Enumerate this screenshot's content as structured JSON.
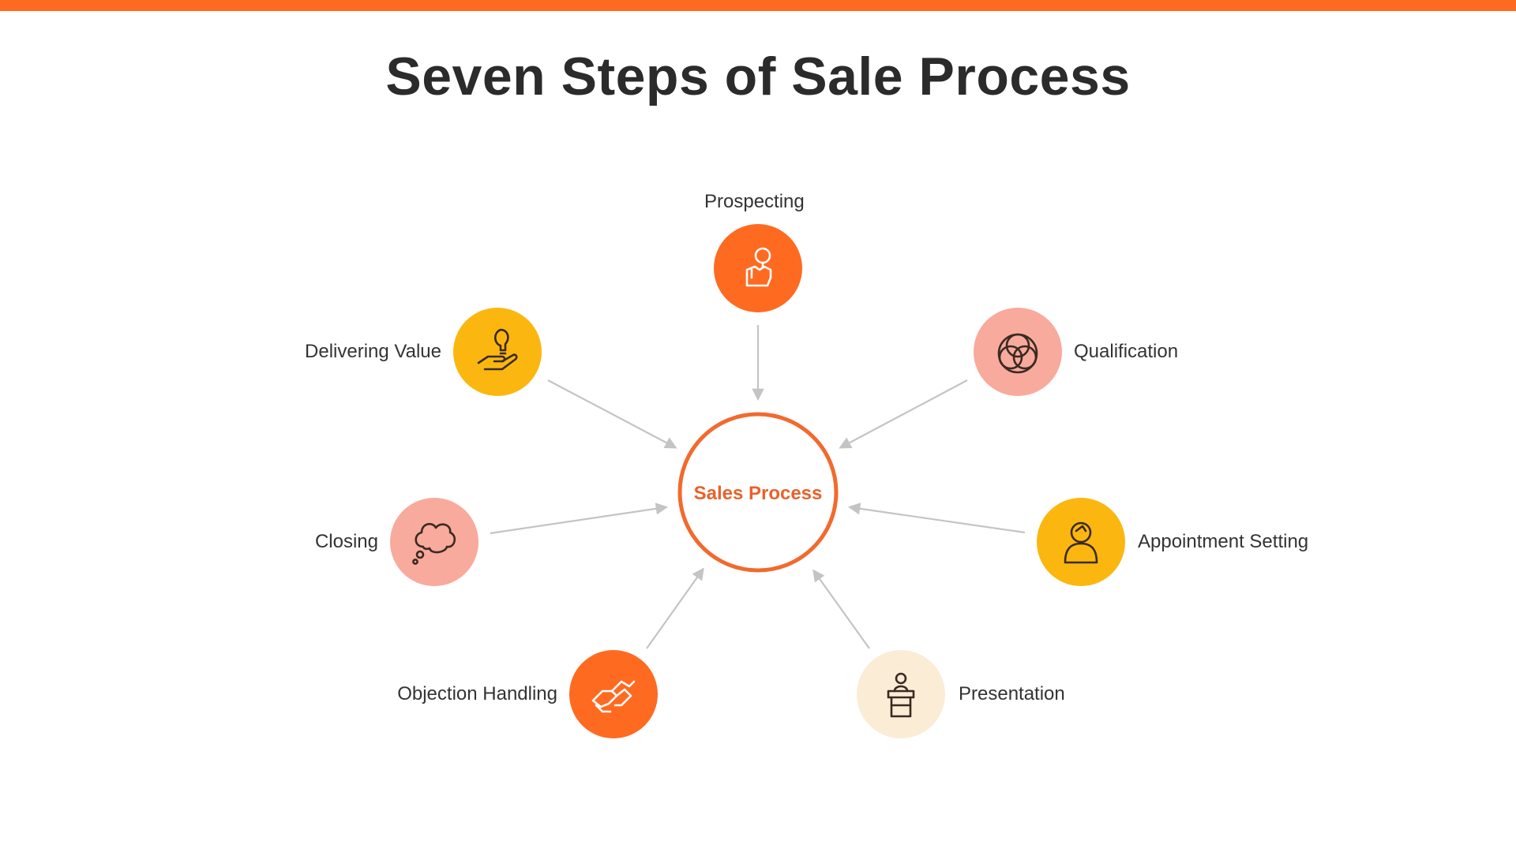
{
  "title": "Seven Steps of Sale Process",
  "colors": {
    "accent_orange": "#ff6a21",
    "center_ring": "#f26a2e",
    "yellow": "#fbb710",
    "pink": "#f8aa9c",
    "cream": "#fbecd6",
    "arrow_gray": "#c4c4c4",
    "icon_dark": "#3a2a22",
    "icon_light": "#ffffff"
  },
  "center": {
    "label": "Sales Process"
  },
  "steps": [
    {
      "label": "Prospecting",
      "icon": "magnifier-hand-icon",
      "color": "#ff6a21"
    },
    {
      "label": "Qualification",
      "icon": "venn-diagram-icon",
      "color": "#f8aa9c"
    },
    {
      "label": "Appointment Setting",
      "icon": "person-icon",
      "color": "#fbb710"
    },
    {
      "label": "Presentation",
      "icon": "speaker-podium-icon",
      "color": "#fbecd6"
    },
    {
      "label": "Objection Handling",
      "icon": "handshake-icon",
      "color": "#ff6a21"
    },
    {
      "label": "Closing",
      "icon": "thought-bubble-icon",
      "color": "#f8aa9c"
    },
    {
      "label": "Delivering Value",
      "icon": "lightbulb-hand-icon",
      "color": "#fbb710"
    }
  ]
}
